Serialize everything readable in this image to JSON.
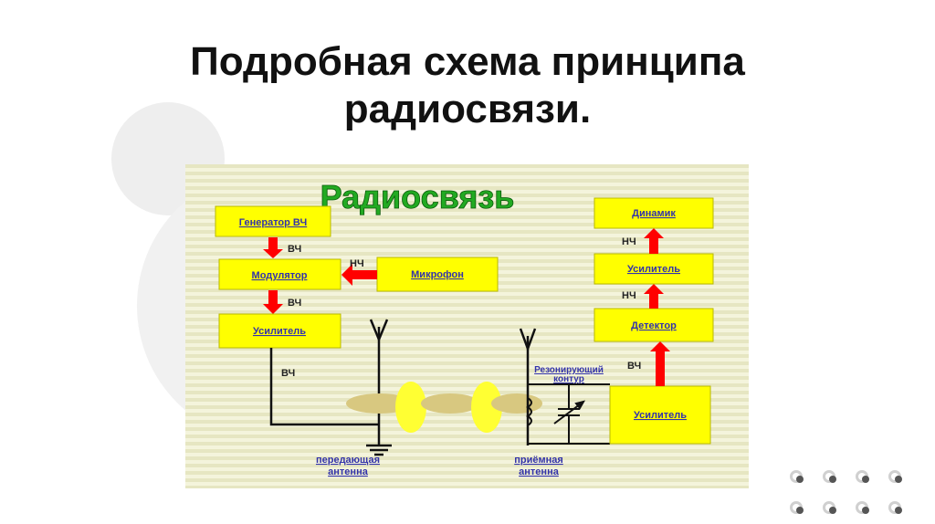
{
  "slide": {
    "title_line1": "Подробная схема принципа",
    "title_line2": "радиосвязи."
  },
  "diagram": {
    "heading": "Радиосвязь",
    "transmitter": {
      "generator": "Генератор ВЧ",
      "modulator": "Модулятор",
      "microphone": "Микрофон",
      "amplifier": "Усилитель"
    },
    "receiver": {
      "speaker": "Динамик",
      "amplifier_lf": "Усилитель",
      "detector": "Детектор",
      "amplifier_hf": "Усилитель",
      "resonant_circuit_line1": "Резонирующий",
      "resonant_circuit_line2": "контур"
    },
    "signals": {
      "hf_1": "ВЧ",
      "hf_2": "ВЧ",
      "hf_3": "ВЧ",
      "hf_4": "ВЧ",
      "lf_mic": "НЧ",
      "lf_1": "НЧ",
      "lf_2": "НЧ"
    },
    "antennas": {
      "transmit_line1": "передающая",
      "transmit_line2": "антенна",
      "receive_line1": "приёмная",
      "receive_line2": "антенна"
    },
    "colors": {
      "block_fill": "#ffff00",
      "arrow": "#ff0000",
      "heading": "#22aa22",
      "label_link": "#3333aa",
      "wave_ellipse": "#d8c880",
      "wave_lens": "#ffff33",
      "background_stripes": "#ececc8"
    }
  }
}
